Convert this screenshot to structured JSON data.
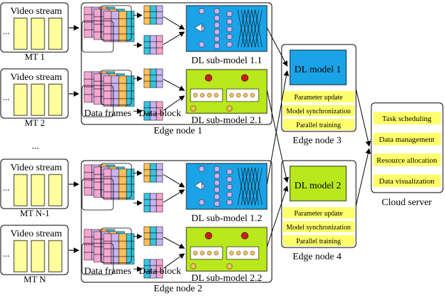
{
  "colors": {
    "frame_yellow": "#ffff9e",
    "pink": "#f7a6cf",
    "lavender": "#c9b3f0",
    "orange": "#ffc15a",
    "cyan": "#38c4e0",
    "blue_model": "#1aa3e6",
    "green_model": "#b9e81c",
    "panel_yellow": "#ffff6b"
  },
  "mt_groups": [
    {
      "title": "Video stream",
      "label": "MT 1",
      "ellipsis": "..."
    },
    {
      "title": "Video stream",
      "label": "MT 2",
      "ellipsis": "..."
    },
    {
      "title": "Video stream",
      "label": "MT N-1",
      "ellipsis": "..."
    },
    {
      "title": "Video stream",
      "label": "MT N",
      "ellipsis": "..."
    }
  ],
  "group_separator": "...",
  "edge_nodes_lower": [
    {
      "label": "Edge node 1",
      "submodels": [
        "DL sub-model 1.1",
        "DL sub-model 2.1"
      ],
      "data_frames_label": "Data frames",
      "data_block_label": "Data block"
    },
    {
      "label": "Edge node 2",
      "submodels": [
        "DL sub-model 1.2",
        "DL sub-model 2.2"
      ],
      "data_frames_label": "Data frames",
      "data_block_label": "Data block"
    }
  ],
  "edge_nodes_upper": [
    {
      "label": "Edge node 3",
      "model": "DL model 1",
      "items": [
        "Parameter update",
        "Model synchronization",
        "Parallel training"
      ]
    },
    {
      "label": "Edge node 4",
      "model": "DL model 2",
      "items": [
        "Parameter update",
        "Model synchronization",
        "Parallel training"
      ]
    }
  ],
  "cloud": {
    "label": "Cloud server",
    "items": [
      "Task scheduling",
      "Data management",
      "Resource allocation",
      "Data visualization"
    ]
  }
}
